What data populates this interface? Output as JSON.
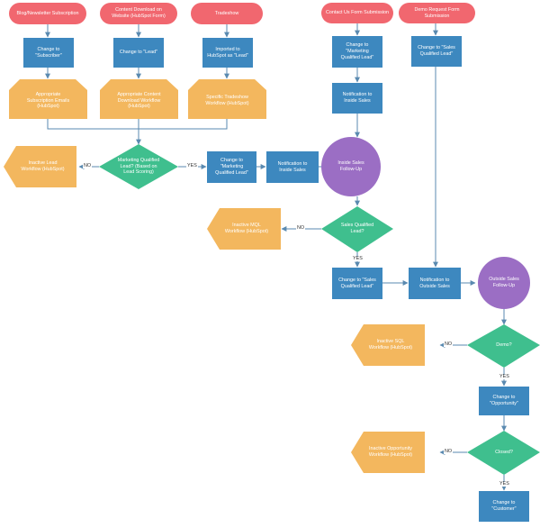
{
  "colors": {
    "source": "#f1676f",
    "process": "#3d88bf",
    "workflow": "#f3b75e",
    "decision": "#3fbf8e",
    "followup": "#9b6ec4",
    "connector": "#5a8ab0"
  },
  "sources": {
    "blog": "Blog/Newsletter Subscription",
    "content": "Content Download on\nWebsite (HubSpot Form)",
    "tradeshow": "Tradeshow",
    "contact_form": "Contact Us Form Submission",
    "demo_request": "Demo Request Form\nSubmission"
  },
  "steps": {
    "to_subscriber": "Change to\n\"Subscriber\"",
    "to_lead": "Change to \"Lead\"",
    "imported_lead": "Imported to\nHubSpot as \"Lead\"",
    "contact_mql": "Change to\n\"Marketing\nQualified Lead\"",
    "demo_sql": "Change to \"Sales\nQualified Lead\"",
    "notify_inside_top": "Notification to\nInside Sales",
    "mql_change": "Change to\n\"Marketing\nQualified Lead\"",
    "notify_inside": "Notification to\nInside Sales",
    "sql_change": "Change to \"Sales\nQualified Lead\"",
    "notify_outside": "Notification to\nOutside Sales",
    "to_opportunity": "Change to\n\"Opportunity\"",
    "to_customer": "Change to\n\"Customer\""
  },
  "workflows": {
    "subscription_emails": "Appropriate\nSubscription Emails\n(HubSpot)",
    "content_download": "Appropriate Content\nDownload Workflow\n(HubSpot)",
    "tradeshow_workflow": "Specific Tradeshow\nWorkflow (HubSpot)",
    "inactive_lead": "Inactive Lead\nWorkflow (HubSpot)",
    "inactive_mql": "Inactive MQL\nWorkflow (HubSpot)",
    "inactive_sql": "Inactive SQL\nWorkflow (HubSpot)",
    "inactive_opportunity": "Inactive Opportunity\nWorkflow (HubSpot)"
  },
  "decisions": {
    "mql": "Marketing Qualified\nLead? (Based on\nLead Scoring)",
    "sql": "Sales Qualified\nLead?",
    "demo": "Demo?",
    "closed": "Closed?"
  },
  "followups": {
    "inside": "Inside Sales\nFollow-Up",
    "outside": "Outside Sales\nFollow-Up"
  },
  "edge_labels": {
    "mql_no": "NO",
    "mql_yes": "YES",
    "sql_no": "NO",
    "sql_yes": "YES",
    "demo_no": "NO",
    "demo_yes": "YES",
    "closed_no": "NO",
    "closed_yes": "YES"
  }
}
